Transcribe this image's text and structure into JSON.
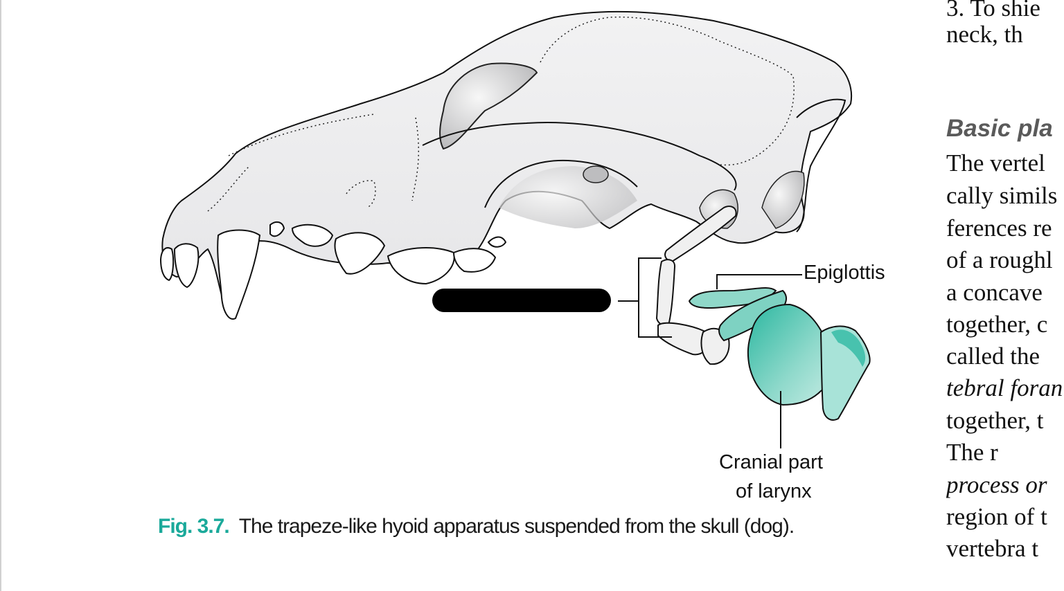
{
  "figure": {
    "labels": {
      "epiglottis": "Epiglottis",
      "larynx_line1": "Cranial part",
      "larynx_line2": "of larynx"
    },
    "caption": {
      "number": "Fig. 3.7.",
      "text": "The trapeze-like hyoid apparatus suspended from the skull (dog)."
    },
    "colors": {
      "cartilage": "#7fd3c3",
      "cartilage_dark": "#2fb9a4",
      "bone": "#ebebeb",
      "redaction": "#000000",
      "accent": "#1aa99a"
    }
  },
  "text_column": {
    "lines": [
      {
        "text": "3.  To shie",
        "style": "normal"
      },
      {
        "text": "     neck, th",
        "style": "normal"
      },
      {
        "text": "Basic pla",
        "style": "heading"
      },
      {
        "text": "The vertel",
        "style": "normal"
      },
      {
        "text": "cally simils",
        "style": "normal"
      },
      {
        "text": "ferences re",
        "style": "normal"
      },
      {
        "text": "of a roughl",
        "style": "normal"
      },
      {
        "text": "a concave",
        "style": "normal"
      },
      {
        "text": "together, c",
        "style": "normal"
      },
      {
        "text": "called the",
        "style": "normal"
      },
      {
        "text": "tebral foran",
        "style": "italic"
      },
      {
        "text": "together, t",
        "style": "normal"
      },
      {
        "text": "        The r",
        "style": "normal"
      },
      {
        "text": "process or",
        "style": "mixed"
      },
      {
        "text": "region of t",
        "style": "normal"
      },
      {
        "text": "vertebra t",
        "style": "normal"
      }
    ]
  }
}
